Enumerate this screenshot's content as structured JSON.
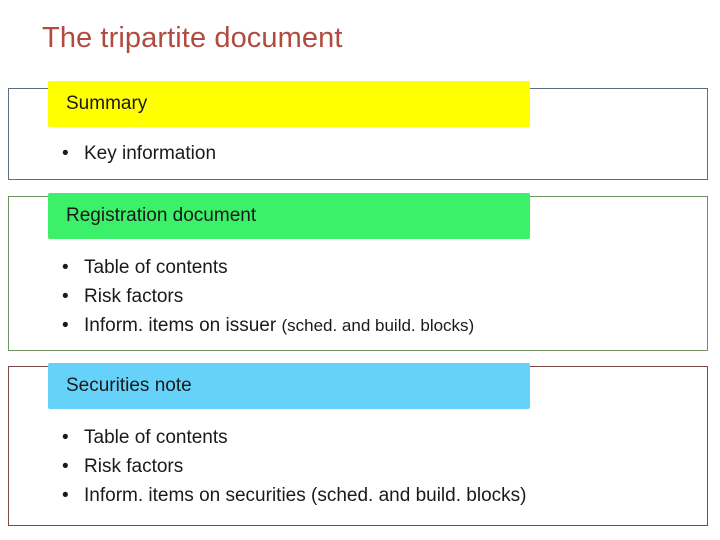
{
  "slide": {
    "title": "The tripartite document",
    "sections": [
      {
        "id": "summary",
        "header": "Summary",
        "header_color": "#ffff00",
        "border_color": "#5b6f84",
        "bullets": [
          {
            "marker": "•",
            "text": "Key information"
          }
        ]
      },
      {
        "id": "registration",
        "header": "Registration document",
        "header_color": "#3cf06a",
        "border_color": "#6f9464",
        "bullets": [
          {
            "marker": "•",
            "text": "Table of contents"
          },
          {
            "marker": "•",
            "text": "Risk factors"
          },
          {
            "marker": "•",
            "text": "Inform. items on issuer ",
            "suffix": "(sched. and build. blocks)"
          }
        ]
      },
      {
        "id": "securities",
        "header": "Securities note",
        "header_color": "#66d2f9",
        "border_color": "#7a4b46",
        "bullets": [
          {
            "marker": "•",
            "text": "Table of contents"
          },
          {
            "marker": "•",
            "text": "Risk factors"
          },
          {
            "marker": "•",
            "text": "Inform. items on securities (sched. and build. blocks)"
          }
        ]
      }
    ]
  }
}
